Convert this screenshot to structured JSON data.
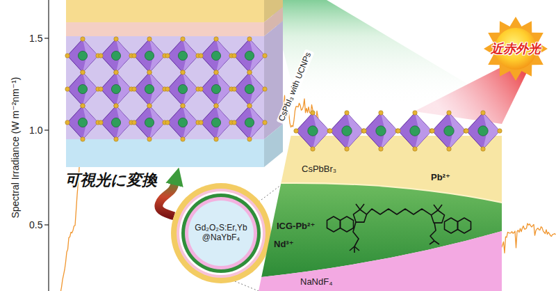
{
  "diagram": {
    "nodes": [
      {
        "text": [
          "CsPbI₃ with UCNPs"
        ]
      },
      {
        "text": [
          "Gd₂O₂S:Er,Yb @NaYbF₄"
        ]
      },
      {
        "text": [
          "CsPbBr₃",
          "Pb²⁺"
        ]
      },
      {
        "text": [
          "ICG-Pb²⁺",
          "Nd³⁺"
        ]
      },
      {
        "text": [
          "NaNdF₄"
        ]
      }
    ],
    "edges": [
      {
        "from": 1,
        "to": 0,
        "arrow": "to",
        "label": "可視光に変換"
      }
    ],
    "labels": [
      "1.5",
      "1.0",
      "0.5",
      "Spectral Irradiance (W m⁻²nm⁻¹)",
      "近赤外光"
    ]
  }
}
